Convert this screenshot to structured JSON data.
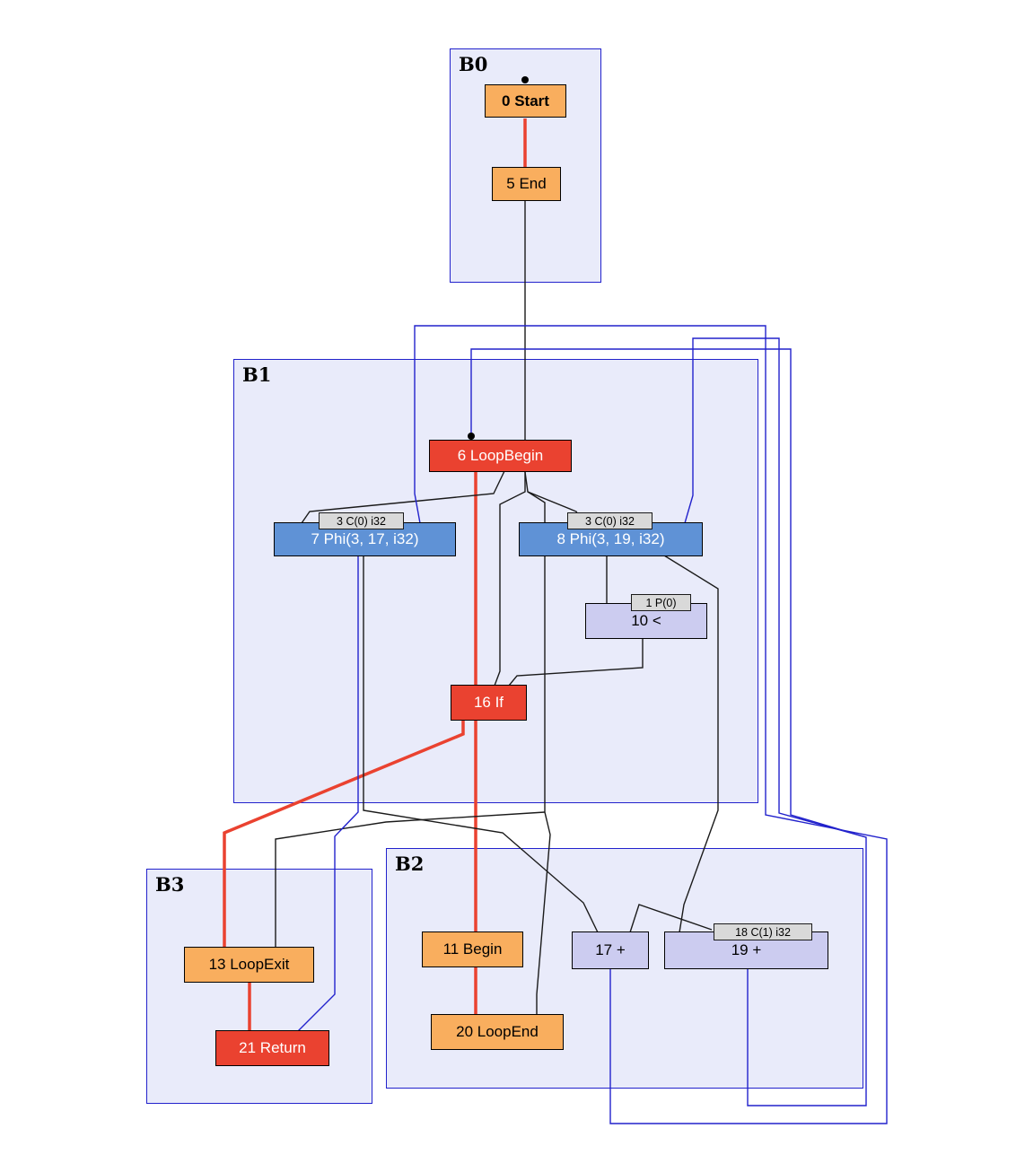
{
  "diagram_type": "compiler-ir-graph",
  "colors": {
    "block_fill": "#e9ebfa",
    "block_border": "#2222cc",
    "orange_node": "#f9ae5e",
    "red_node": "#ea4230",
    "phi_node": "#5f92d6",
    "value_node": "#ccccf0",
    "tag_fill": "#d9d9d9",
    "edge_control_red": "#ea4230",
    "edge_black": "#1a1a1a",
    "edge_loop_blue": "#2222cc"
  },
  "blocks": [
    {
      "id": "B0",
      "label": "B0"
    },
    {
      "id": "B1",
      "label": "B1"
    },
    {
      "id": "B2",
      "label": "B2"
    },
    {
      "id": "B3",
      "label": "B3"
    }
  ],
  "nodes": {
    "start": {
      "label": "0 Start"
    },
    "end": {
      "label": "5 End"
    },
    "loop_begin": {
      "label": "6 LoopBegin"
    },
    "phi7": {
      "label": "7 Phi(3, 17, i32)"
    },
    "phi8": {
      "label": "8 Phi(3, 19, i32)"
    },
    "less_than": {
      "label": "10 <"
    },
    "if16": {
      "label": "16 If"
    },
    "loop_exit": {
      "label": "13 LoopExit"
    },
    "return21": {
      "label": "21 Return"
    },
    "begin11": {
      "label": "11 Begin"
    },
    "loop_end": {
      "label": "20 LoopEnd"
    },
    "add17": {
      "label": "17 +"
    },
    "add19": {
      "label": "19 +"
    }
  },
  "tags": {
    "phi7_const": {
      "label": "3 C(0) i32"
    },
    "phi8_const": {
      "label": "3 C(0) i32"
    },
    "param": {
      "label": "1 P(0)"
    },
    "add19_const": {
      "label": "18 C(1) i32"
    }
  }
}
